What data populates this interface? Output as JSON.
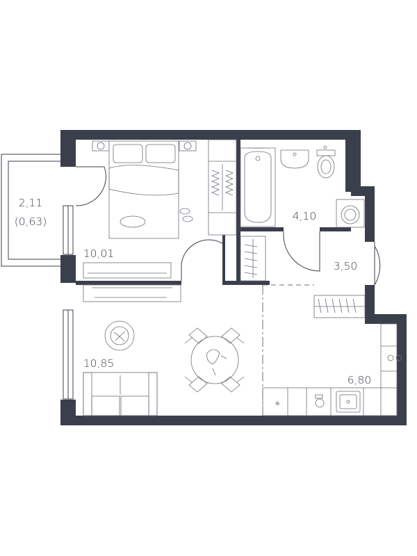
{
  "rooms": {
    "balcony": {
      "area": "2,11",
      "area_reduced": "(0,63)"
    },
    "bedroom": {
      "area": "10,01"
    },
    "bathroom": {
      "area": "4,10"
    },
    "hall": {
      "area": "3,50"
    },
    "living": {
      "area": "10,85"
    },
    "kitchen": {
      "area": "6,80"
    }
  },
  "colors": {
    "wall": "#3b3f4b",
    "fixture": "#6b6f78",
    "background": "#ffffff"
  },
  "icons": [
    "bed-icon",
    "bathtub-icon",
    "sink-icon",
    "toilet-icon",
    "washing-machine-icon",
    "wardrobe-icon",
    "sofa-icon",
    "dining-table-icon",
    "stove-icon",
    "kitchen-sink-icon",
    "tv-icon"
  ]
}
